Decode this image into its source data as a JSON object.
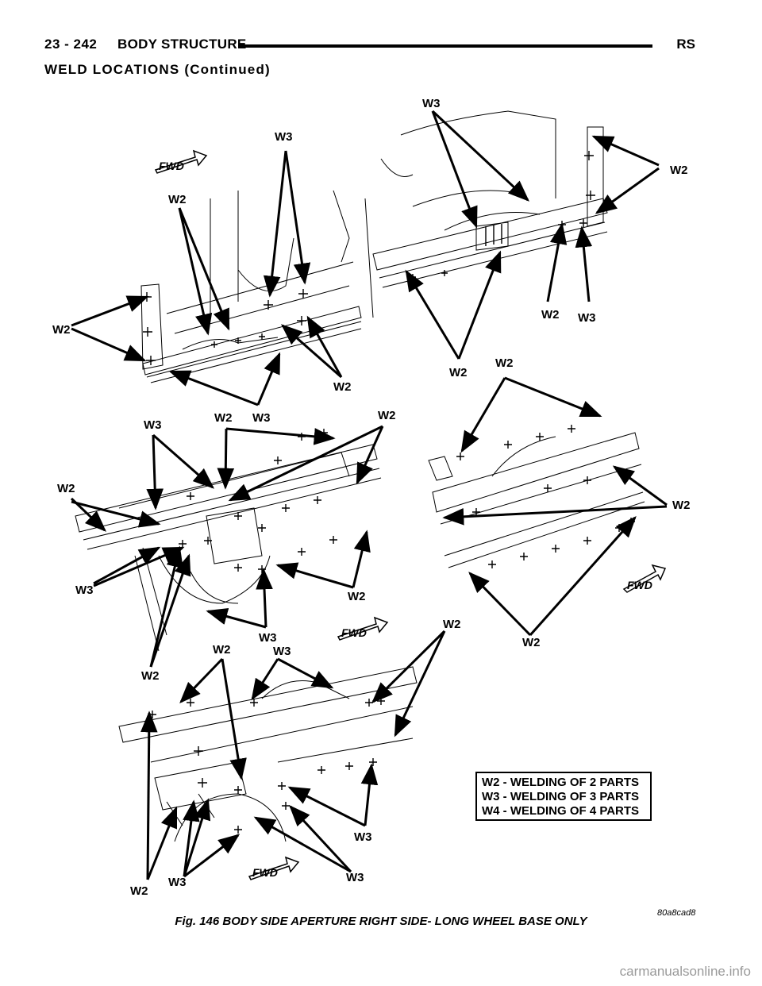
{
  "header": {
    "page_number": "23 - 242",
    "section_title": "BODY STRUCTURE",
    "model_code": "RS"
  },
  "section_heading": "WELD LOCATIONS (Continued)",
  "figure": {
    "fwd_label": "FWD",
    "callouts": {
      "w2": "W2",
      "w3": "W3"
    },
    "legend": [
      "W2 - WELDING OF 2 PARTS",
      "W3 - WELDING OF 3 PARTS",
      "W4 - WELDING OF 4 PARTS"
    ],
    "image_code": "80a8cad8",
    "caption": "Fig. 146 BODY SIDE APERTURE RIGHT SIDE- LONG WHEEL BASE ONLY"
  },
  "watermark": "carmanualsonline.info"
}
